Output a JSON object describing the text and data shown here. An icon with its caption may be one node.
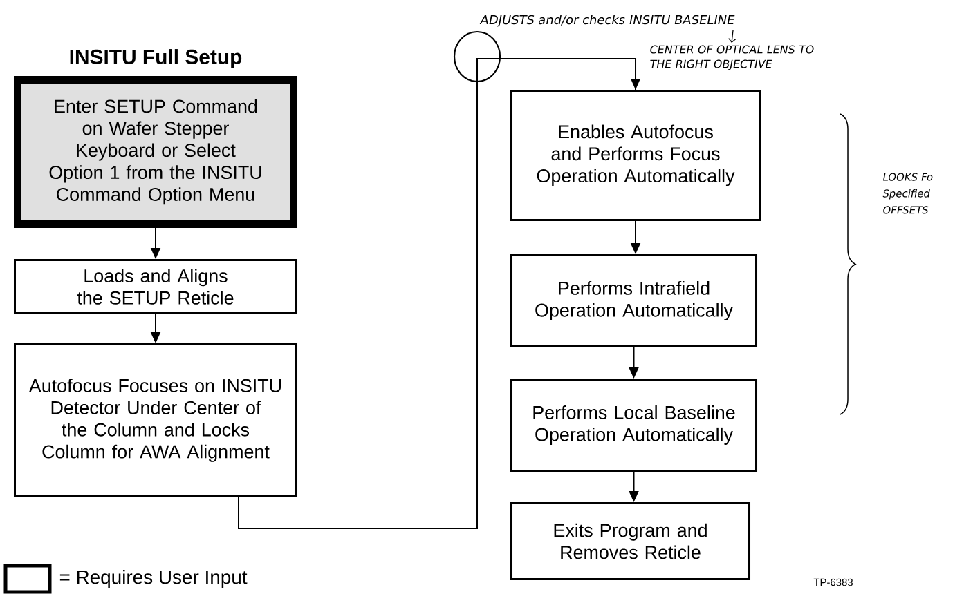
{
  "diagram": {
    "title": "INSITU Full Setup",
    "nodes": [
      {
        "text": [
          "Enter SETUP Command on Wafer Stepper Keyboard or Select Option 1 from the INSITU Command Option Menu"
        ]
      },
      {
        "text": [
          "Loads and Aligns the SETUP Reticle"
        ]
      },
      {
        "text": [
          "Autofocus Focuses on INSITU Detector Under Center of the Column and Locks Column for AWA Alignment"
        ]
      },
      {
        "text": [
          "Enables Autofocus and Performs Focus Operation Automatically"
        ]
      },
      {
        "text": [
          "Performs Intrafield Operation Automatically"
        ]
      },
      {
        "text": [
          "Performs Local Baseline Operation Automatically"
        ]
      },
      {
        "text": [
          "Exits Program and Removes Reticle"
        ]
      }
    ],
    "edges": [
      {
        "from": 0,
        "to": 1,
        "arrow": "to"
      },
      {
        "from": 1,
        "to": 2,
        "arrow": "to"
      },
      {
        "from": 2,
        "to": 3,
        "arrow": "to"
      },
      {
        "from": 3,
        "to": 4,
        "arrow": "to"
      },
      {
        "from": 4,
        "to": 5,
        "arrow": "to"
      },
      {
        "from": 5,
        "to": 6,
        "arrow": "to"
      }
    ],
    "labels": [
      "ADJUSTS and/or checks INSITU BASELINE",
      "CENTER OF OPTICAL LENS TO THE RIGHT OBJECTIVE",
      "LOOKS Fo Specified OFFSETS",
      "TP-6383"
    ],
    "legend": [
      {
        "text": "= Requires User Input"
      }
    ]
  }
}
